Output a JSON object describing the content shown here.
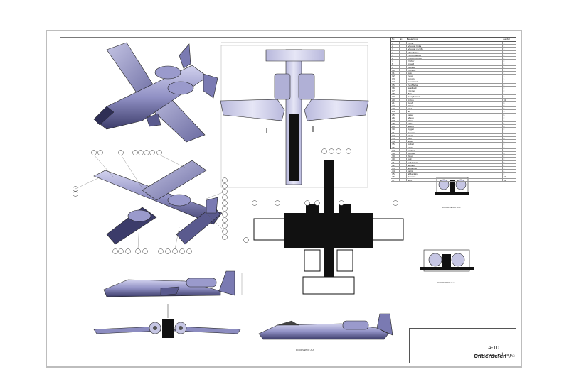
{
  "title_block": {
    "assembly_title": "A-10 samenstelling",
    "part_label": "Onderdelen",
    "sheet_code": "A3"
  },
  "section_labels": {
    "view_a": "DOORSNEDE A-A",
    "view_b": "DOORSNEDE B-B",
    "view_c": "DOORSNEDE C-C"
  },
  "bom": {
    "headers": [
      "Nr.",
      "Nr.",
      "Benaming",
      "Aantal"
    ],
    "rows": [
      {
        "nr": "1",
        "name": "romp",
        "qty": "1"
      },
      {
        "nr": "2",
        "name": "vleugel links",
        "qty": "1"
      },
      {
        "nr": "3",
        "name": "vleugel rechts",
        "qty": "1"
      },
      {
        "nr": "4",
        "name": "staartvlak",
        "qty": "1"
      },
      {
        "nr": "5",
        "name": "richtingsroer",
        "qty": "2"
      },
      {
        "nr": "6",
        "name": "motorgondel",
        "qty": "2"
      },
      {
        "nr": "7",
        "name": "motor",
        "qty": "2"
      },
      {
        "nr": "8",
        "name": "inlaat",
        "qty": "2"
      },
      {
        "nr": "9",
        "name": "uitlaat",
        "qty": "2"
      },
      {
        "nr": "10",
        "name": "cockpit",
        "qty": "1"
      },
      {
        "nr": "11",
        "name": "kap",
        "qty": "1"
      },
      {
        "nr": "12",
        "name": "neus",
        "qty": "1"
      },
      {
        "nr": "13",
        "name": "kanon",
        "qty": "1"
      },
      {
        "nr": "14",
        "name": "neuswiel",
        "qty": "1"
      },
      {
        "nr": "15",
        "name": "hoofdwiel",
        "qty": "2"
      },
      {
        "nr": "16",
        "name": "wielkast",
        "qty": "2"
      },
      {
        "nr": "17",
        "name": "rolroer",
        "qty": "2"
      },
      {
        "nr": "18",
        "name": "flap",
        "qty": "4"
      },
      {
        "nr": "19",
        "name": "hoogteroer",
        "qty": "2"
      },
      {
        "nr": "20",
        "name": "pylon",
        "qty": "10"
      },
      {
        "nr": "21",
        "name": "bout",
        "qty": "8"
      },
      {
        "nr": "22",
        "name": "moer",
        "qty": "8"
      },
      {
        "nr": "23",
        "name": "ring",
        "qty": "8"
      },
      {
        "nr": "24",
        "name": "as",
        "qty": "3"
      },
      {
        "nr": "25",
        "name": "lager",
        "qty": "6"
      },
      {
        "nr": "26",
        "name": "steun",
        "qty": "2"
      },
      {
        "nr": "27",
        "name": "plaat",
        "qty": "2"
      },
      {
        "nr": "28",
        "name": "ribbe",
        "qty": "6"
      },
      {
        "nr": "29",
        "name": "spant",
        "qty": "8"
      },
      {
        "nr": "30",
        "name": "ligger",
        "qty": "2"
      },
      {
        "nr": "31",
        "name": "beugel",
        "qty": "4"
      },
      {
        "nr": "32",
        "name": "klem",
        "qty": "4"
      },
      {
        "nr": "33",
        "name": "pen",
        "qty": "6"
      },
      {
        "nr": "34",
        "name": "veer",
        "qty": "2"
      },
      {
        "nr": "35",
        "name": "kabel",
        "qty": "2"
      },
      {
        "nr": "36",
        "name": "tank",
        "qty": "2"
      },
      {
        "nr": "37",
        "name": "leiding",
        "qty": "4"
      },
      {
        "nr": "38",
        "name": "paneel",
        "qty": "6"
      },
      {
        "nr": "39",
        "name": "deur",
        "qty": "2"
      },
      {
        "nr": "40",
        "name": "luik",
        "qty": "2"
      },
      {
        "nr": "41",
        "name": "scharnier",
        "qty": "8"
      },
      {
        "nr": "42",
        "name": "sensor",
        "qty": "2"
      },
      {
        "nr": "43",
        "name": "antenne",
        "qty": "1"
      },
      {
        "nr": "44",
        "name": "lamp",
        "qty": "4"
      },
      {
        "nr": "45",
        "name": "afdekking",
        "qty": "2"
      },
      {
        "nr": "46",
        "name": "houder",
        "qty": "10"
      },
      {
        "nr": "47",
        "name": "stift",
        "qty": "16"
      }
    ]
  },
  "colors": {
    "body": "#8c8cc0",
    "body_dark": "#3a3a66",
    "body_light": "#c8c8e6",
    "ink": "#111111",
    "frame": "#7a7a7a"
  }
}
